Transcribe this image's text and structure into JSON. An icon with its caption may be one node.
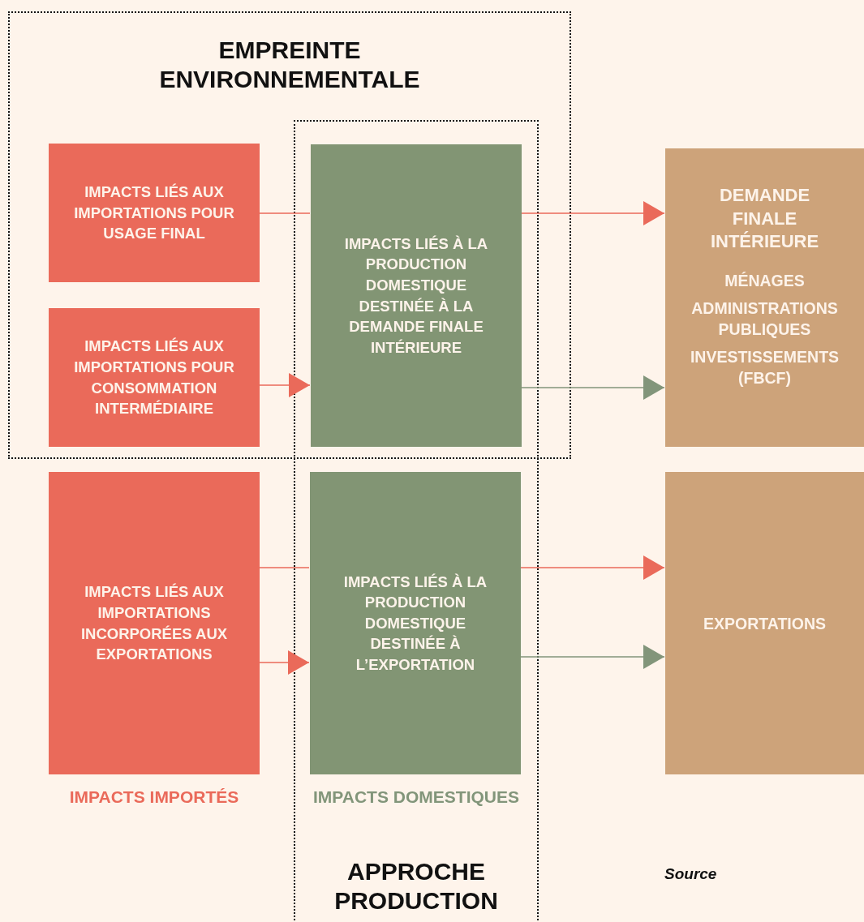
{
  "diagram": {
    "nodes": [
      {
        "text": [
          "EMPREINTE ENVIRONNEMENTALE"
        ]
      },
      {
        "text": [
          "APPROCHE PRODUCTION"
        ]
      },
      {
        "text": [
          "IMPACTS LIÉS AUX IMPORTATIONS POUR USAGE FINAL"
        ],
        "in": 0
      },
      {
        "text": [
          "IMPACTS LIÉS AUX IMPORTATIONS POUR CONSOMMATION INTERMÉDIAIRE"
        ],
        "in": 0
      },
      {
        "text": [
          "IMPACTS LIÉS À LA PRODUCTION DOMESTIQUE DESTINÉE À LA DEMANDE FINALE INTÉRIEURE"
        ]
      },
      {
        "text": [
          "DEMANDE FINALE INTÉRIEURE",
          "MÉNAGES",
          "ADMINISTRATIONS PUBLIQUES",
          "INVESTISSEMENTS (FBCF)"
        ]
      },
      {
        "text": [
          "IMPACTS LIÉS AUX IMPORTATIONS INCORPORÉES AUX EXPORTATIONS"
        ]
      },
      {
        "text": [
          "IMPACTS LIÉS À LA PRODUCTION DOMESTIQUE DESTINÉE À L’EXPORTATION"
        ],
        "in": 1
      },
      {
        "text": [
          "EXPORTATIONS"
        ]
      }
    ],
    "edges": [
      {
        "from": 2,
        "to": 4,
        "arrow": "none"
      },
      {
        "from": 4,
        "to": 5,
        "arrow": "to"
      },
      {
        "from": 3,
        "to": 4,
        "arrow": "to"
      },
      {
        "from": 4,
        "to": 5,
        "arrow": "to",
        "color": "#82957a"
      },
      {
        "from": 6,
        "to": 7,
        "arrow": "none"
      },
      {
        "from": 7,
        "to": 8,
        "arrow": "to"
      },
      {
        "from": 6,
        "to": 7,
        "arrow": "to"
      },
      {
        "from": 7,
        "to": 8,
        "arrow": "to",
        "color": "#82957a"
      }
    ],
    "labels": [
      "IMPACTS IMPORTÉS",
      "IMPACTS DOMESTIQUES",
      "Source"
    ]
  }
}
